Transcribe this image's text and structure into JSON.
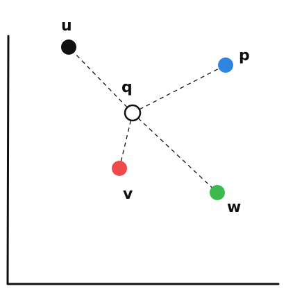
{
  "center": {
    "label": "q",
    "fill": "#ffffff",
    "stroke": "#111111"
  },
  "points": [
    {
      "id": "u",
      "label": "u",
      "color": "#111111"
    },
    {
      "id": "p",
      "label": "p",
      "color": "#2f86e0"
    },
    {
      "id": "v",
      "label": "v",
      "color": "#ee4a4a"
    },
    {
      "id": "w",
      "label": "w",
      "color": "#3dba4e"
    }
  ]
}
